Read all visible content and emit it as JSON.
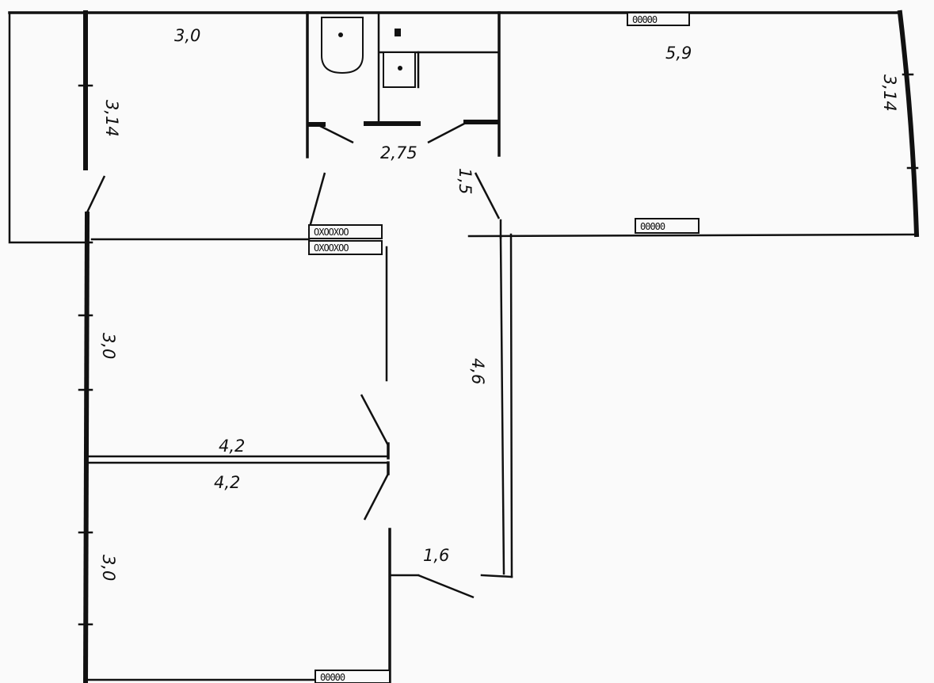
{
  "dimensions": {
    "top_left_width": "3,0",
    "top_left_height": "3,14",
    "top_right_width": "5,9",
    "top_right_height": "3,14",
    "hall": "2,75",
    "hall_small": "1,5",
    "corridor_long": "4,6",
    "middle_left_height": "3,0",
    "middle_width": "4,2",
    "bottom_width": "4,2",
    "bottom_left_height": "3,0",
    "closet": "1,6"
  },
  "radiators": {
    "top_right": "00000",
    "right_room_bottom": "00000",
    "center_top": "OXOOXOO",
    "center_bottom": "OXOOXOO",
    "bottom": "00000"
  }
}
